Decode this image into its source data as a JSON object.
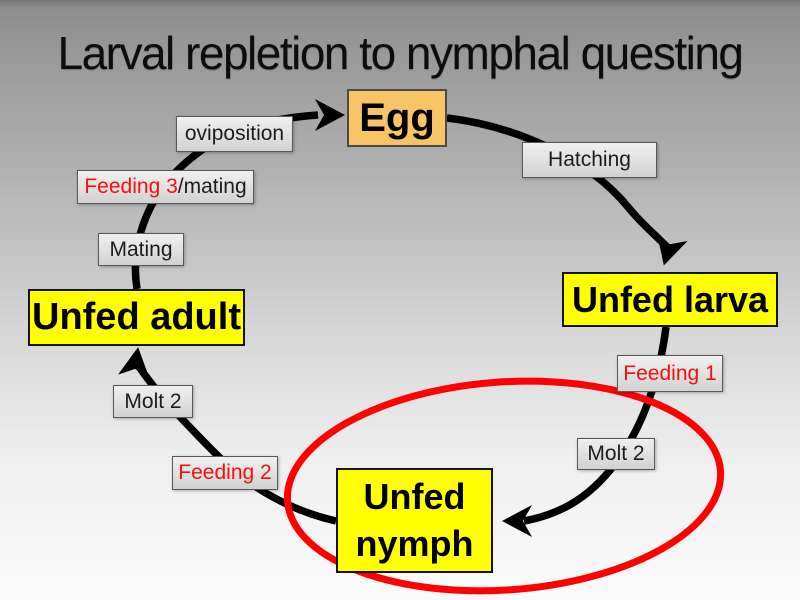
{
  "slide": {
    "title": "Larval repletion to nymphal questing"
  },
  "stages": {
    "egg": "Egg",
    "unfed_larva": "Unfed larva",
    "unfed_nymph_line1": "Unfed",
    "unfed_nymph_line2": "nymph",
    "unfed_adult": "Unfed adult"
  },
  "steps": {
    "hatching": "Hatching",
    "feeding1": "Feeding 1",
    "molt2_right": "Molt 2",
    "feeding2": "Feeding 2",
    "molt2_left": "Molt 2",
    "mating": "Mating",
    "feeding3_red": "Feeding 3",
    "feeding3_black": "/mating",
    "oviposition": "oviposition"
  },
  "colors": {
    "stage_fill": "#FFFF00",
    "egg_fill": "#F9C368",
    "step_red_text": "#F50F0F",
    "highlight_ellipse": "#FE0101",
    "arrow": "#000000"
  }
}
